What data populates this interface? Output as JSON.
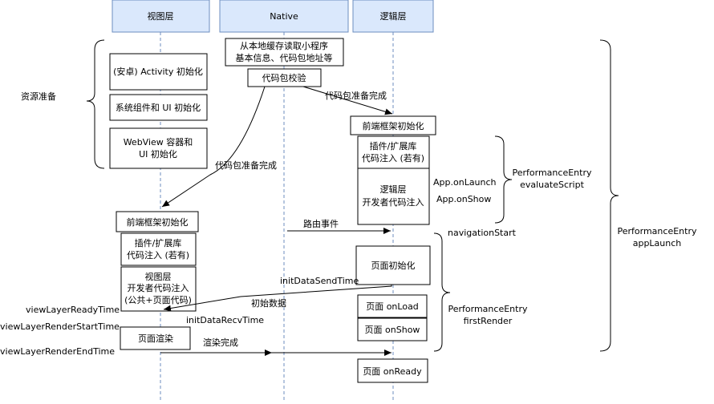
{
  "lanes": {
    "view": "视图层",
    "native": "Native",
    "logic": "逻辑层"
  },
  "native": {
    "read_cache": [
      "从本地缓存读取小程序",
      "基本信息、代码包地址等"
    ],
    "verify": "代码包校验"
  },
  "prep": {
    "label": "资源准备",
    "activity": "(安卓) Activity 初始化",
    "sys_ui": "系统组件和 UI 初始化",
    "webview": [
      "WebView 容器和",
      "UI 初始化"
    ]
  },
  "logic": {
    "framework": "前端框架初始化",
    "plugin": [
      "插件/扩展库",
      "代码注入 (若有)"
    ],
    "dev": [
      "逻辑层",
      "开发者代码注入"
    ],
    "page_init": "页面初始化",
    "onload": "页面 onLoad",
    "onshow": "页面 onShow",
    "onready": "页面 onReady"
  },
  "view": {
    "framework": "前端框架初始化",
    "plugin": [
      "插件/扩展库",
      "代码注入 (若有)"
    ],
    "dev": [
      "视图层",
      "开发者代码注入",
      "(公共+页面代码)"
    ],
    "render": "页面渲染"
  },
  "messages": {
    "pkg_ready_logic": "代码包准备完成",
    "pkg_ready_view": "代码包准备完成",
    "route": "路由事件",
    "init_data": "初始数据",
    "render_done": "渲染完成"
  },
  "annotations": {
    "on_launch": "App.onLaunch",
    "on_show": "App.onShow",
    "navigation_start": "navigationStart",
    "init_send": "initDataSendTime",
    "init_recv": "initDataRecvTime",
    "view_ready": "viewLayerReadyTime",
    "render_start": "viewLayerRenderStartTime",
    "render_end": "viewLayerRenderEndTime"
  },
  "entries": {
    "evaluate": [
      "PerformanceEntry",
      "evaluateScript"
    ],
    "first_render": [
      "PerformanceEntry",
      "firstRender"
    ],
    "app_launch": [
      "PerformanceEntry",
      "appLaunch"
    ]
  },
  "colors": {
    "lane_fill": "#dae8fc",
    "lane_stroke": "#6c8ebf",
    "line": "#000000"
  }
}
